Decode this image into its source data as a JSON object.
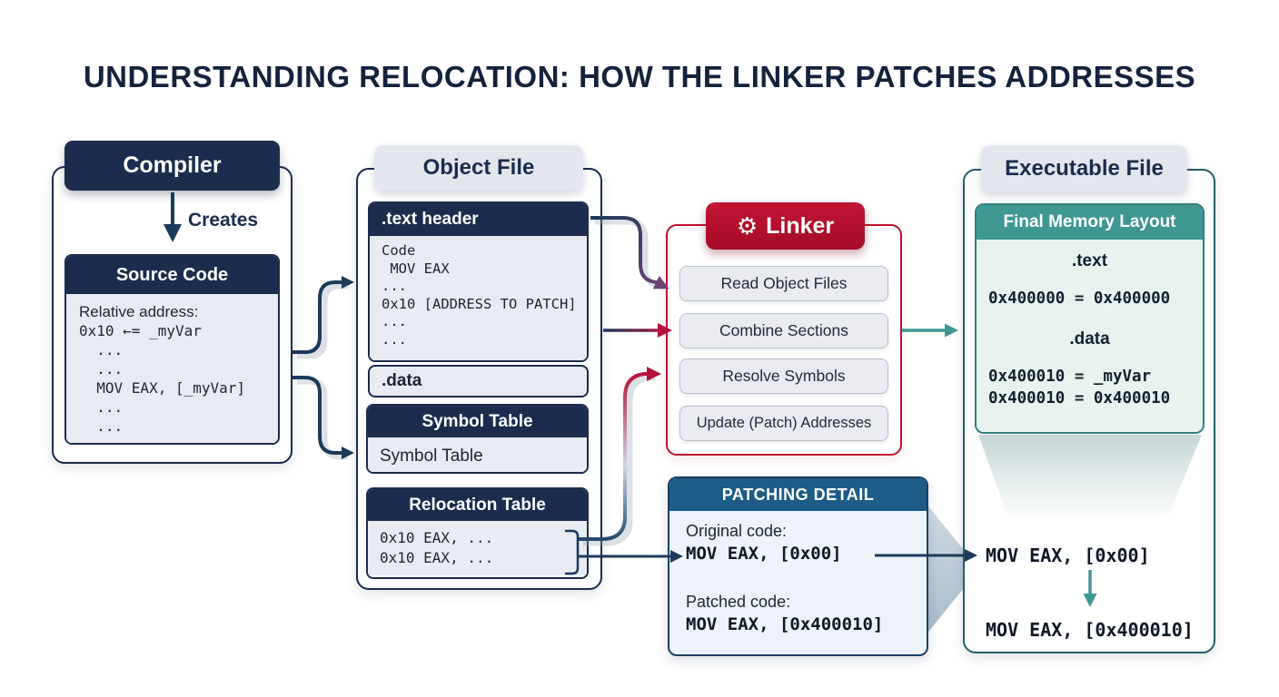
{
  "title": "UNDERSTANDING RELOCATION: HOW THE LINKER PATCHES ADDRESSES",
  "colors": {
    "navy": "#1b2c4e",
    "red": "#b8112d",
    "purple": "#6d4272",
    "steel_blue": "#1d5c87",
    "teal": "#3f9794",
    "body_light": "#e9ebf2",
    "mint": "#e8f3ef"
  },
  "compiler": {
    "header": "Compiler",
    "creates_label": "Creates",
    "source_code": {
      "header": "Source Code",
      "intro_line": "Relative address:",
      "lines": [
        "0x10 ←= _myVar",
        "  ...",
        "  ...",
        "  MOV EAX, [_myVar]",
        "  ...",
        "  ..."
      ]
    }
  },
  "object_file": {
    "title": "Object File",
    "text_section": {
      "header": ".text header",
      "lines": [
        "Code",
        " MOV EAX",
        "...",
        "0x10 [ADDRESS TO PATCH]",
        "...",
        "..."
      ]
    },
    "data_label": ".data",
    "symbol_table": {
      "header": "Symbol Table",
      "body": "Symbol Table"
    },
    "relocation_table": {
      "header": "Relocation Table",
      "rows": [
        "0x10 EAX, ...",
        "0x10 EAX, ..."
      ]
    }
  },
  "linker": {
    "title": "Linker",
    "icon": "gear-icon",
    "steps": [
      "Read Object Files",
      "Combine Sections",
      "Resolve Symbols",
      "Update (Patch) Addresses"
    ]
  },
  "patching_detail": {
    "header": "PATCHING DETAIL",
    "original_label": "Original code:",
    "original_code": "MOV EAX, [0x00]",
    "patched_label": "Patched code:",
    "patched_code": "MOV EAX, [0x400010]"
  },
  "executable": {
    "title": "Executable File",
    "memory_layout": {
      "header": "Final Memory Layout",
      "text_section": ".text",
      "text_mapping": "0x400000 = 0x400000",
      "data_section": ".data",
      "data_mappings": [
        "0x400010 = _myVar",
        "0x400010 = 0x400010"
      ]
    },
    "original_code": "MOV EAX, [0x00]",
    "patched_code": "MOV EAX, [0x400010]"
  }
}
